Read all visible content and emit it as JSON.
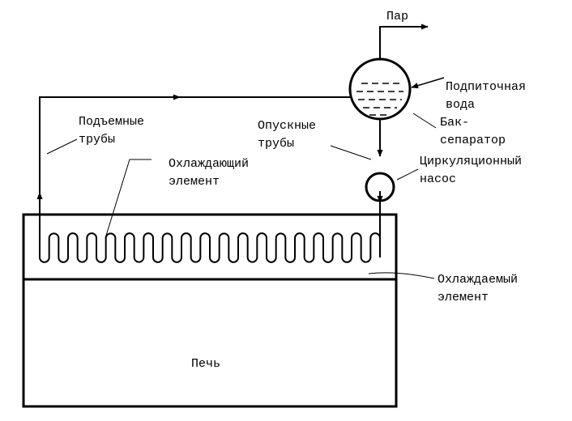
{
  "labels": {
    "steam": "Пар",
    "makeup_water": [
      "Подпиточная",
      "вода"
    ],
    "separator_tank": [
      "Бак-",
      "сепаратор"
    ],
    "riser_pipes": [
      "Подъемные",
      "трубы"
    ],
    "downcomer_pipes": [
      "Опускные",
      "трубы"
    ],
    "cooling_element": [
      "Охлаждающий",
      "элемент"
    ],
    "circulation_pump": [
      "Циркуляционный",
      "насос"
    ],
    "cooled_element": [
      "Охлаждаемый",
      "элемент"
    ],
    "furnace": "Печь"
  },
  "colors": {
    "stroke": "#000000",
    "background": "#ffffff"
  }
}
